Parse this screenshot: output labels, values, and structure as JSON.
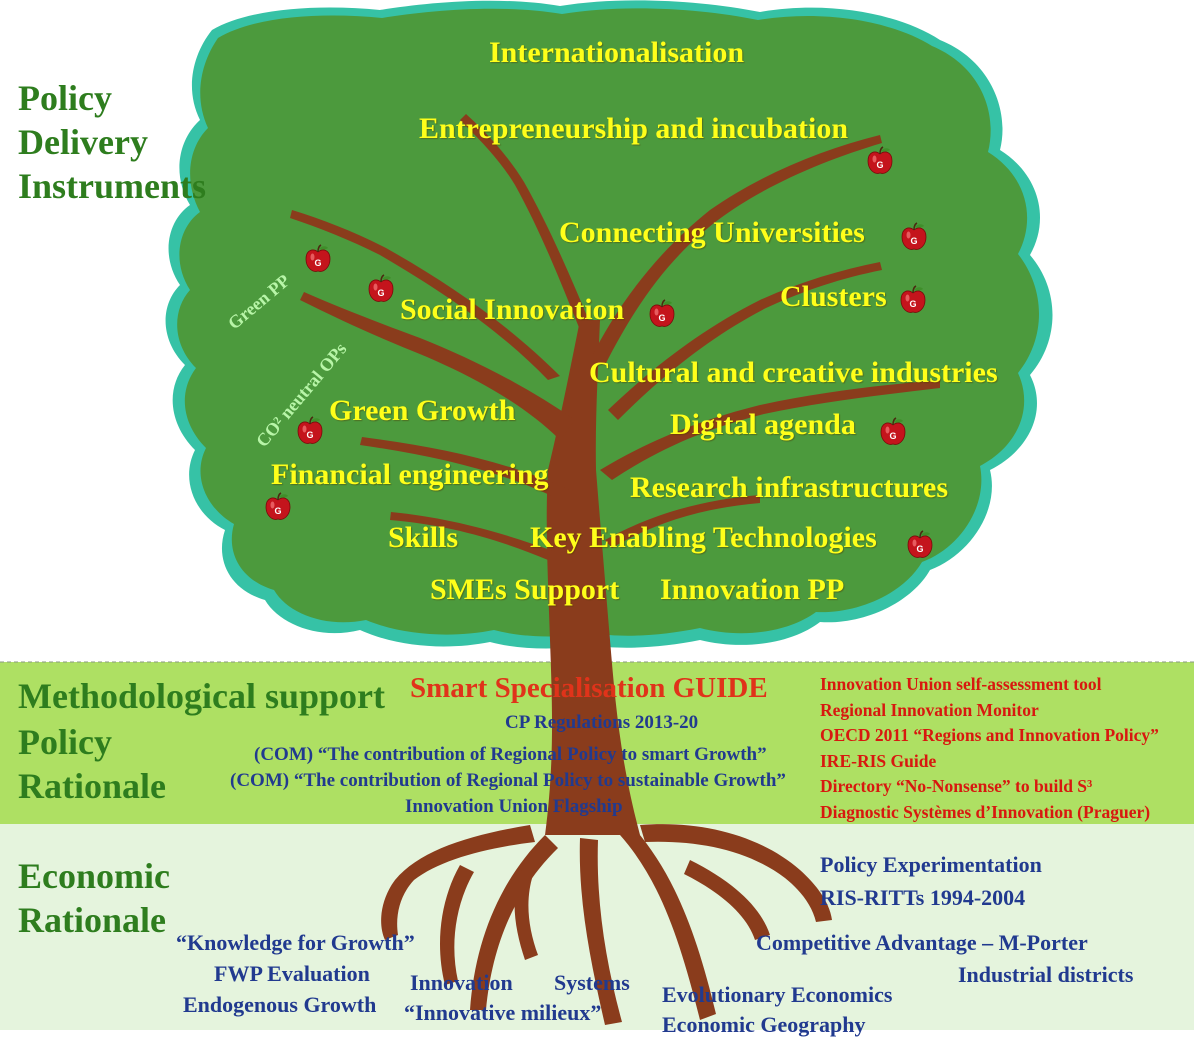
{
  "colors": {
    "canopy": "#4c9a3d",
    "canopy_edge": "#36c2a6",
    "trunk": "#8a3c1c",
    "band_method": "#aee063",
    "band_econ": "#e2f3da",
    "label_yellow": "#ffff1a",
    "label_green": "#2e7d1e",
    "label_blue": "#213a8f",
    "label_red": "#d8180f",
    "apple": "#c4141c"
  },
  "apple_icon": "apple-icon",
  "apple_letter": "G",
  "side_headings": {
    "policy_delivery": [
      "Policy",
      "Delivery",
      "Instruments"
    ],
    "methodological": [
      "Methodological support"
    ],
    "policy_rationale": [
      "Policy",
      "Rationale"
    ],
    "economic_rationale": [
      "Economic",
      "Rationale"
    ]
  },
  "canopy_labels": [
    "Internationalisation",
    "Entrepreneurship and incubation",
    "Connecting Universities",
    "Clusters",
    "Social Innovation",
    "Cultural and creative industries",
    "Green Growth",
    "Digital agenda",
    "Financial engineering",
    "Research infrastructures",
    "Skills",
    "Key Enabling Technologies",
    "SMEs Support",
    "Innovation PP"
  ],
  "branch_labels": {
    "green_pp": "Green PP",
    "co2_ops": "CO² neutral OPs"
  },
  "method_band": {
    "title": "Smart Specialisation GUIDE",
    "center_items": [
      "CP Regulations 2013-20",
      "(COM) “The contribution of Regional Policy to smart Growth”",
      "(COM) “The contribution of Regional Policy  to sustainable Growth”",
      "Innovation Union Flagship"
    ],
    "right_items": [
      "Innovation Union self-assessment tool",
      "Regional Innovation Monitor",
      "OECD 2011 “Regions and Innovation Policy”",
      "IRE-RIS Guide",
      "Directory “No-Nonsense” to build S³",
      "Diagnostic Systèmes d’Innovation (Praguer)"
    ]
  },
  "roots": [
    "Policy Experimentation",
    "RIS-RITTs 1994-2004",
    "“Knowledge for Growth”",
    "Competitive Advantage – M-Porter",
    "FWP Evaluation",
    "Innovation",
    "Systems",
    "Industrial districts",
    "Endogenous Growth",
    "“Innovative milieux”",
    "Evolutionary Economics",
    "Economic Geography"
  ]
}
